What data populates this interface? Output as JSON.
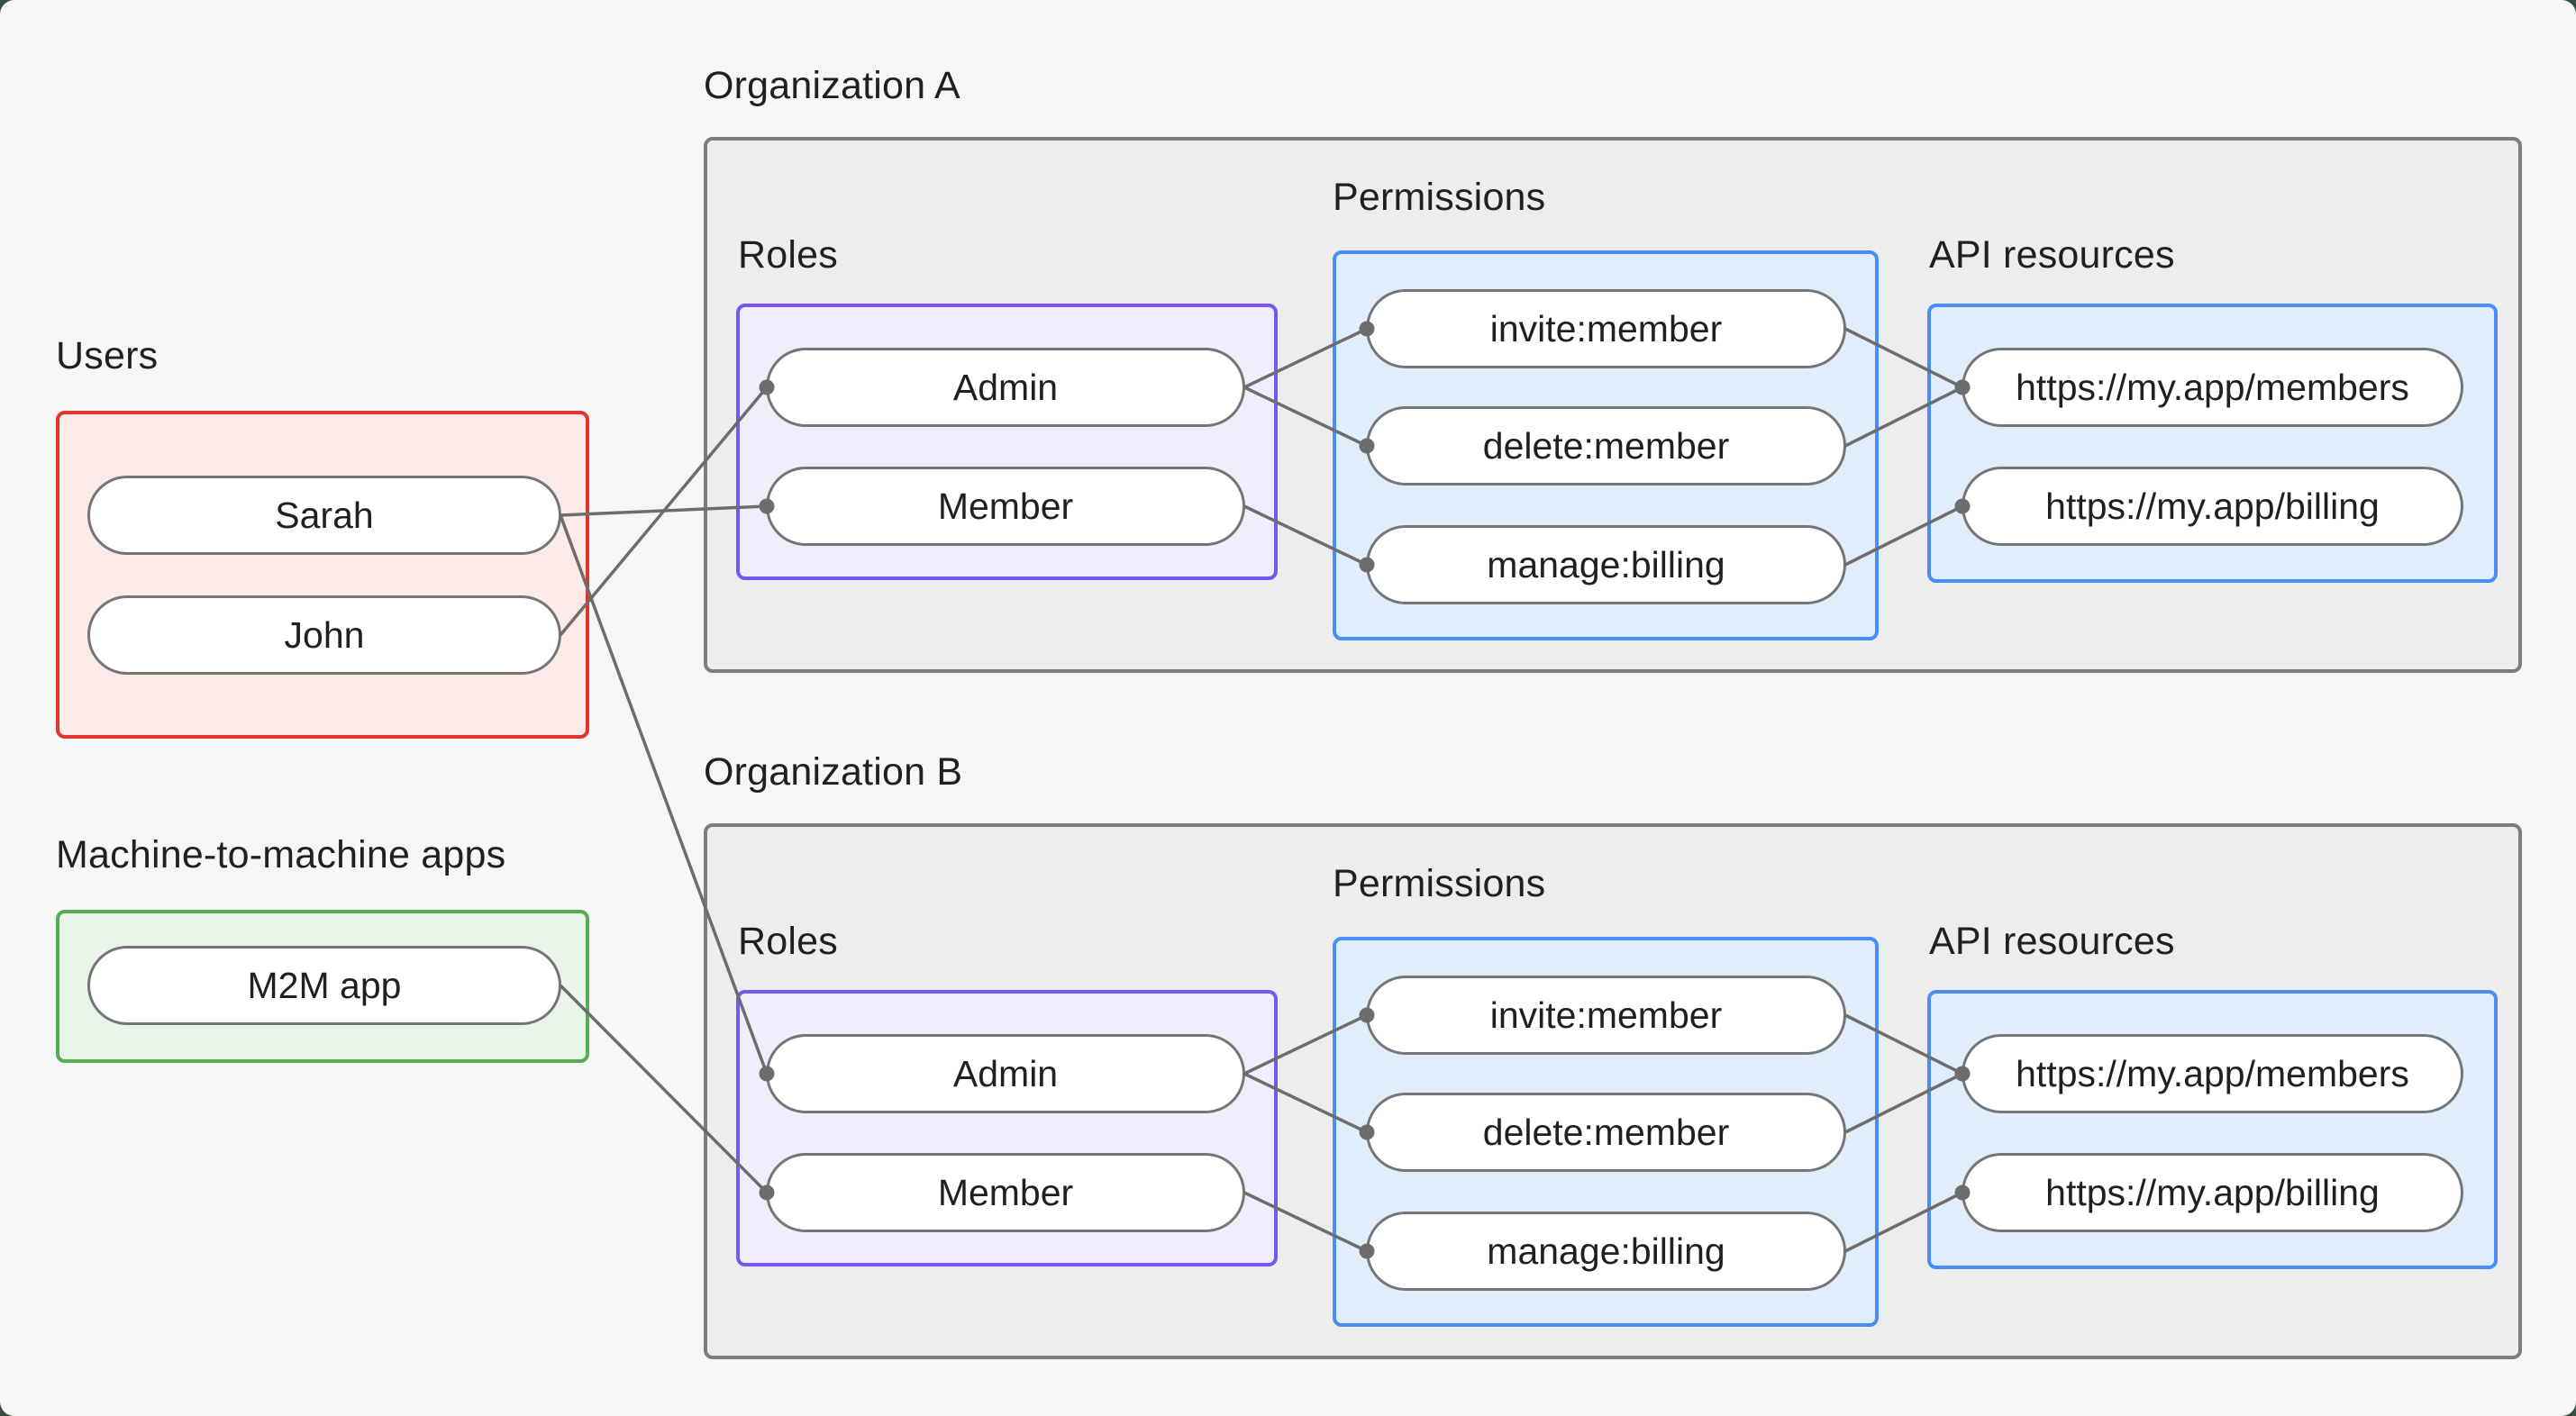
{
  "colors": {
    "page-bg": "#F5F6F5",
    "frame-bg": "#35503F",
    "org-fill": "#ECEDEC",
    "org-border": "#7B7F7C",
    "red-border": "#E1362D",
    "red-fill": "#FBEAE8",
    "green-border": "#57AC58",
    "green-fill": "#E9F5E9",
    "purple-border": "#7557F4",
    "purple-fill": "#F2EDFD",
    "blue-border": "#4B8DF8",
    "blue-fill": "#E0EEFC",
    "pill-border": "#757575",
    "pill-fill": "#FFFFFF",
    "line-color": "#6D6D6D",
    "text-color": "#1E2123"
  },
  "labels": {
    "users": "Users",
    "m2m": "Machine-to-machine apps",
    "org_a": "Organization A",
    "org_b": "Organization B",
    "roles": "Roles",
    "permissions": "Permissions",
    "api_resources": "API resources"
  },
  "nodes": {
    "sarah": {
      "label": "Sarah"
    },
    "john": {
      "label": "John"
    },
    "m2m-app": {
      "label": "M2M app"
    },
    "admin-a": {
      "label": "Admin"
    },
    "member-a": {
      "label": "Member"
    },
    "invite-a": {
      "label": "invite:member"
    },
    "delete-a": {
      "label": "delete:member"
    },
    "manage-a": {
      "label": "manage:billing"
    },
    "members-a": {
      "label": "https://my.app/members"
    },
    "billing-a": {
      "label": "https://my.app/billing"
    },
    "admin-b": {
      "label": "Admin"
    },
    "member-b": {
      "label": "Member"
    },
    "invite-b": {
      "label": "invite:member"
    },
    "delete-b": {
      "label": "delete:member"
    },
    "manage-b": {
      "label": "manage:billing"
    },
    "members-b": {
      "label": "https://my.app/members"
    },
    "billing-b": {
      "label": "https://my.app/billing"
    }
  },
  "edges": [
    {
      "from": "sarah",
      "to": "member-a"
    },
    {
      "from": "john",
      "to": "admin-a"
    },
    {
      "from": "sarah",
      "to": "admin-b"
    },
    {
      "from": "m2m-app",
      "to": "member-b"
    },
    {
      "from": "admin-a",
      "to": "invite-a"
    },
    {
      "from": "admin-a",
      "to": "delete-a"
    },
    {
      "from": "member-a",
      "to": "manage-a"
    },
    {
      "from": "invite-a",
      "to": "members-a"
    },
    {
      "from": "delete-a",
      "to": "members-a"
    },
    {
      "from": "manage-a",
      "to": "billing-a"
    },
    {
      "from": "admin-b",
      "to": "invite-b"
    },
    {
      "from": "admin-b",
      "to": "delete-b"
    },
    {
      "from": "member-b",
      "to": "manage-b"
    },
    {
      "from": "invite-b",
      "to": "members-b"
    },
    {
      "from": "delete-b",
      "to": "members-b"
    },
    {
      "from": "manage-b",
      "to": "billing-b"
    }
  ],
  "edge_style": {
    "stroke_width": 3.5,
    "dot_radius": 8.5
  }
}
